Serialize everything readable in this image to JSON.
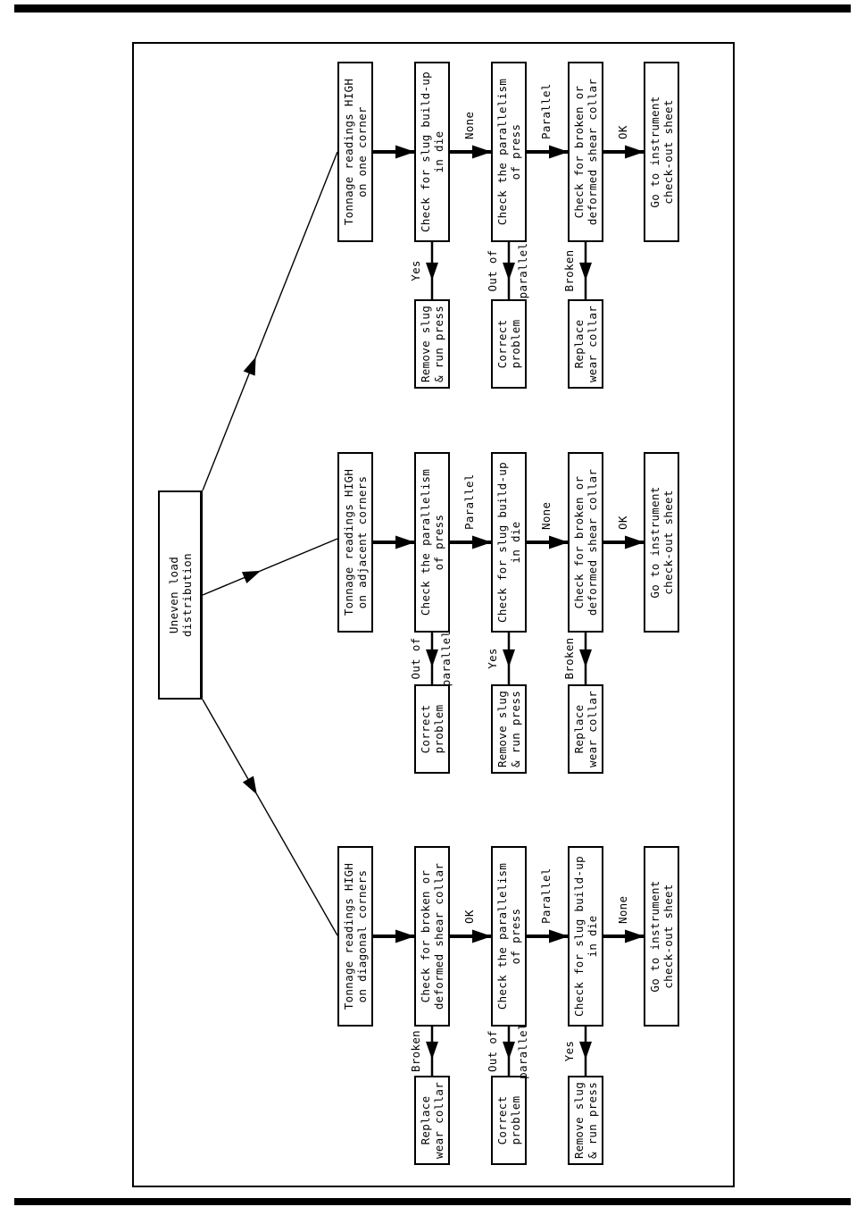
{
  "flowchart": {
    "root": {
      "label": "Uneven load\ndistribution"
    },
    "branches": [
      {
        "name": "one-corner",
        "steps": [
          {
            "text": "Tonnage readings HIGH\non one corner"
          },
          {
            "text": "Check for slug build-up\nin die",
            "next_label": "None",
            "side_label_lines": [
              "Yes"
            ],
            "side_result": "Remove slug\n& run press"
          },
          {
            "text": "Check the parallelism\nof press",
            "next_label": "Parallel",
            "side_label_lines": [
              "Out of",
              "parallel"
            ],
            "side_result": "Correct\nproblem"
          },
          {
            "text": "Check for broken or\ndeformed shear collar",
            "next_label": "OK",
            "side_label_lines": [
              "Broken"
            ],
            "side_result": "Replace\nwear collar"
          },
          {
            "text": "Go to instrument\ncheck-out sheet"
          }
        ]
      },
      {
        "name": "adjacent-corners",
        "steps": [
          {
            "text": "Tonnage readings HIGH\non adjacent corners"
          },
          {
            "text": "Check the parallelism\nof press",
            "next_label": "Parallel",
            "side_label_lines": [
              "Out of",
              "parallel"
            ],
            "side_result": "Correct\nproblem"
          },
          {
            "text": "Check for slug build-up\nin die",
            "next_label": "None",
            "side_label_lines": [
              "Yes"
            ],
            "side_result": "Remove slug\n& run press"
          },
          {
            "text": "Check for broken or\ndeformed shear collar",
            "next_label": "OK",
            "side_label_lines": [
              "Broken"
            ],
            "side_result": "Replace\nwear collar"
          },
          {
            "text": "Go to instrument\ncheck-out sheet"
          }
        ]
      },
      {
        "name": "diagonal-corners",
        "steps": [
          {
            "text": "Tonnage readings HIGH\non diagonal corners"
          },
          {
            "text": "Check for broken or\ndeformed shear collar",
            "next_label": "OK",
            "side_label_lines": [
              "Broken"
            ],
            "side_result": "Replace\nwear collar"
          },
          {
            "text": "Check the parallelism\nof press",
            "next_label": "Parallel",
            "side_label_lines": [
              "Out of",
              "parallel"
            ],
            "side_result": "Correct\nproblem"
          },
          {
            "text": "Check for slug build-up\nin die",
            "next_label": "None",
            "side_label_lines": [
              "Yes"
            ],
            "side_result": "Remove slug\n& run press"
          },
          {
            "text": "Go to instrument\ncheck-out sheet"
          }
        ]
      }
    ],
    "colors": {
      "ink": "#000000",
      "paper": "#ffffff"
    }
  }
}
